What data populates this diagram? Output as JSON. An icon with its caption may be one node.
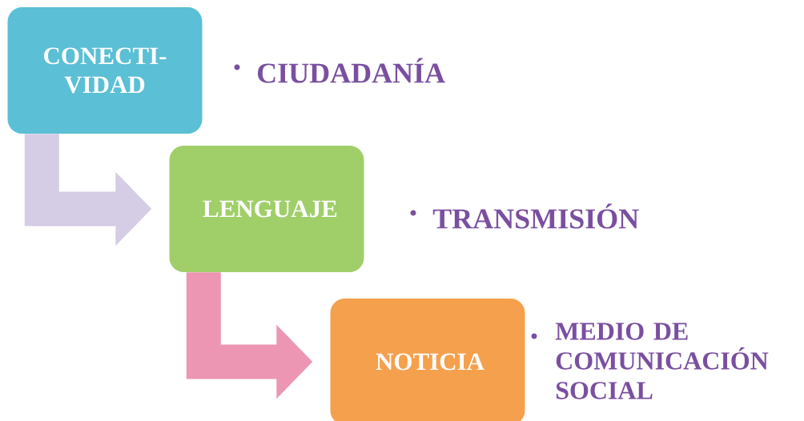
{
  "diagram": {
    "nodes": [
      {
        "text": [
          "CONECTI- VIDAD"
        ],
        "beside": [
          "CIUDADANÍA"
        ]
      },
      {
        "text": [
          "LENGUAJE"
        ],
        "beside": [
          "TRANSMISIÓN"
        ]
      },
      {
        "text": [
          "NOTICIA"
        ],
        "beside": [
          "MEDIO DE COMUNICACIÓN SOCIAL"
        ]
      }
    ],
    "edges": [
      {
        "from": 0,
        "to": 1,
        "arrow": "to",
        "color": "#d5cde6"
      },
      {
        "from": 1,
        "to": 2,
        "arrow": "to",
        "color": "#ec96b4"
      }
    ]
  }
}
